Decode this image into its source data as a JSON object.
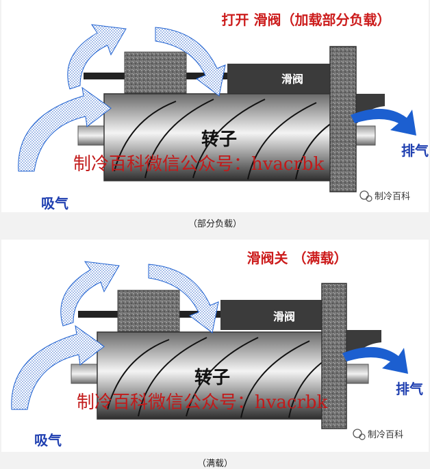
{
  "panels": [
    {
      "title": "打开 滑阀（加载部分负载）",
      "valve_label": "滑阀",
      "rotor_label": "转子",
      "intake_label": "吸气",
      "exhaust_label": "排气",
      "watermark": "制冷百科微信公众号：hvacrbk",
      "brand": "制冷百科",
      "caption": "（部分负载）"
    },
    {
      "title": "滑阀关 （满载）",
      "valve_label": "滑阀",
      "rotor_label": "转子",
      "intake_label": "吸气",
      "exhaust_label": "排气",
      "watermark": "制冷百科微信公众号：hvacrbk",
      "brand": "制冷百科",
      "caption": "（满载）"
    }
  ],
  "colors": {
    "title": "#cc1c1c",
    "arrow": "#1c5fd0",
    "flow_label": "#1f3fb0",
    "valve": "#3b3b3b",
    "watermark": "#c21a1a"
  }
}
